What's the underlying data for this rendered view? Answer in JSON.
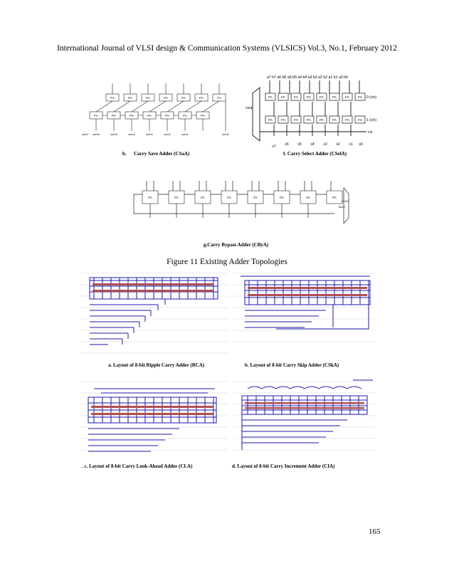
{
  "header": "International Journal of  VLSI design & Communication Systems (VLSICS) Vol.3, No.1, February 2012",
  "figure_title": "Figure 11 Existing Adder Topologies",
  "page_number": "165",
  "subfigures": {
    "csa": "Carry Save Adder (CSaA)",
    "csa_letter": "b.",
    "csea": "f.  Carry Select Adder (CSelA)",
    "cbya": "g.Carry Bypass Adder (CByA)",
    "rca": "a. Layout of 8-bit Ripple Carry Adder (RCA)",
    "cska": "b. Layout of 8-bit Carry Skip Adder  (CSkA)",
    "cla": ". c. Layout of 8-bit Carry Look-Ahead Adder  (CLA)",
    "cia": "d. Layout of 8-bit Carry Increment Adder (CIA)"
  },
  "csa_block": {
    "cell": "FA",
    "outputs": [
      "sum7",
      "sum6",
      "sum5",
      "sum4",
      "sum3",
      "sum2",
      "sum1",
      "sum0"
    ]
  },
  "csea_block": {
    "cell": "FA",
    "inputs": "a7 b7 a6 b6 a5 b5 a4 b4 a3 b3 a2 b2 a1 b1 a0 b0",
    "cin0": "0 (cin)",
    "cin1": "1 (cin)",
    "cin": "cin",
    "cout": "cout",
    "sums": [
      "s7",
      "s6",
      "s5",
      "s4",
      "s3",
      "s2",
      "s1",
      "s0"
    ]
  },
  "cbya_block": {
    "cell": "FA",
    "mux": "MUX",
    "cout": "COUT"
  },
  "colors": {
    "wire": "#1a1aa8",
    "cell": "#b05050",
    "layout_bg": "#ffffff"
  }
}
